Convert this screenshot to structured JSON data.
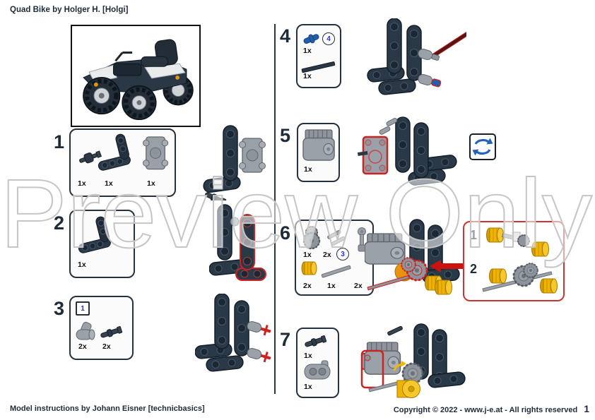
{
  "page": {
    "title": "Quad Bike by Holger H. [Holgi]",
    "watermark": "Preview Only",
    "footer": {
      "credit": "Model instructions by Johann Eisner [technicbasics]",
      "copyright": "Copyright © 2022 - www.j-e.at - All rights reserved",
      "page_number": "1"
    }
  },
  "colors": {
    "text_dark": "#1e2b38",
    "box_border": "#25313e",
    "highlight_red": "#cc2222",
    "callout_border": "#cc3333",
    "lego_dark": "#2a3947",
    "lego_gray": "#9aa1a8",
    "lego_yellow": "#f0b400",
    "lego_blue": "#1f5fae",
    "rotate_arrow_blue": "#2563c0",
    "watermark_gray": "#c6c6c6"
  },
  "icons": {
    "rotate_icon": "two-circular-blue-arrows"
  },
  "steps": [
    {
      "number": "1",
      "parts": [
        {
          "name": "axle-connector-dark",
          "qty": "1x"
        },
        {
          "name": "bent-liftarm-3x5-dark",
          "qty": "1x"
        },
        {
          "name": "engine-bracket-gray",
          "qty": "1x"
        }
      ]
    },
    {
      "number": "2",
      "parts": [
        {
          "name": "bent-liftarm-3x5-dark",
          "qty": "1x"
        }
      ]
    },
    {
      "number": "3",
      "submodel_badge": "1",
      "parts": [
        {
          "name": "pin-joiner-gray",
          "qty": "2x"
        },
        {
          "name": "axle-pin-dark",
          "qty": "2x"
        }
      ]
    },
    {
      "number": "4",
      "parts": [
        {
          "name": "axle-pin-blue",
          "qty": "1x",
          "length_badge": "4"
        },
        {
          "name": "axle-dark",
          "qty": "1x"
        }
      ]
    },
    {
      "number": "5",
      "parts": [
        {
          "name": "engine-block-gray",
          "qty": "1x"
        }
      ]
    },
    {
      "number": "6",
      "parts": [
        {
          "name": "gear-cluster-gray",
          "qty": "1x"
        },
        {
          "name": "axle-gray",
          "qty": "2x",
          "length_badge": "3"
        },
        {
          "name": "piston-yellow",
          "qty": "2x"
        },
        {
          "name": "axle-long-gray",
          "qty": "1x"
        },
        {
          "name": "crank-rod-gray",
          "qty": "2x"
        }
      ]
    },
    {
      "number": "7",
      "parts": [
        {
          "name": "axle-pin-dark",
          "qty": "1x"
        },
        {
          "name": "pin-joiner-double-gray",
          "qty": "1x"
        }
      ]
    }
  ],
  "callout": {
    "labels": [
      "1",
      "2"
    ]
  }
}
